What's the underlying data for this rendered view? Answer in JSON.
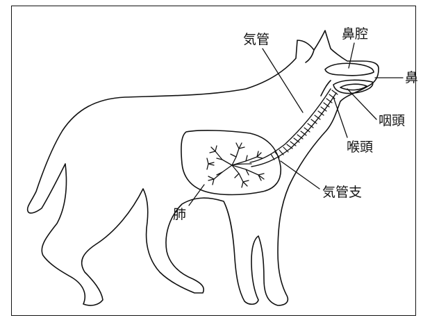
{
  "labels": {
    "nasal_cavity": "鼻腔",
    "trachea": "気管",
    "nose": "鼻",
    "pharynx": "咽頭",
    "larynx": "喉頭",
    "bronchi": "気管支",
    "lung": "肺"
  },
  "colors": {
    "line": "#111111",
    "background": "#ffffff"
  }
}
